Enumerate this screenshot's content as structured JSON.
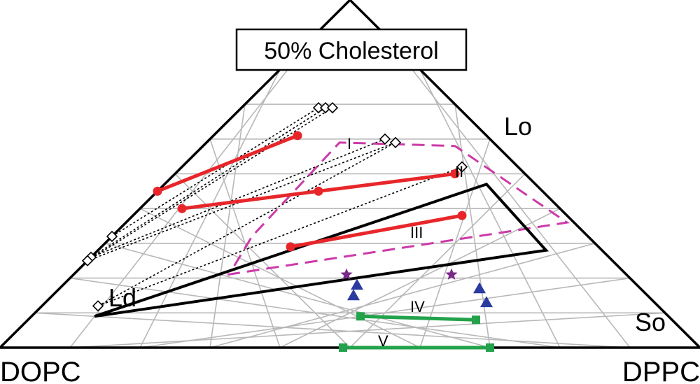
{
  "chart_data": {
    "type": "ternary",
    "title": "50% Cholesterol",
    "vertices": {
      "left": "DOPC",
      "right": "DPPC",
      "top": "Cholesterol"
    },
    "phase_labels": [
      "Ld",
      "Lo",
      "So"
    ],
    "grid_step_fraction": 0.1,
    "colors": {
      "tie_lines": "#e8262a",
      "triangle": "#000000",
      "dashed_boundary": "#cc3aa8",
      "markers_triangle": "#2a3aa0",
      "markers_star": "#7a2a88",
      "green_lines": "#22a24a",
      "grid": "#b8b8b8"
    },
    "three_phase_triangle": [
      {
        "dopc": 0.82,
        "dppc": 0.09,
        "chol": 0.09
      },
      {
        "dopc": 0.07,
        "dppc": 0.46,
        "chol": 0.47
      },
      {
        "dopc": 0.08,
        "dppc": 0.64,
        "chol": 0.28
      }
    ],
    "dashed_boundary": [
      {
        "dopc": 0.57,
        "dppc": 0.22,
        "chol": 0.21
      },
      {
        "dopc": 0.01,
        "dppc": 0.63,
        "chol": 0.36
      },
      {
        "dopc": 0.06,
        "dppc": 0.36,
        "chol": 0.58
      },
      {
        "dopc": 0.22,
        "dppc": 0.19,
        "chol": 0.59
      },
      {
        "dopc": 0.48,
        "dppc": 0.2,
        "chol": 0.32
      },
      {
        "dopc": 0.56,
        "dppc": 0.22,
        "chol": 0.22
      }
    ],
    "tie_lines": [
      {
        "label": "I",
        "p1": {
          "dopc": 0.55,
          "dppc": 0.0,
          "chol": 0.45
        },
        "p2": {
          "dopc": 0.27,
          "dppc": 0.12,
          "chol": 0.61
        }
      },
      {
        "label": "II",
        "p1": {
          "dopc": 0.54,
          "dppc": 0.06,
          "chol": 0.4
        },
        "p2": {
          "dopc": 0.1,
          "dppc": 0.4,
          "chol": 0.5
        }
      },
      {
        "label": "III",
        "p1": {
          "dopc": 0.44,
          "dppc": 0.27,
          "chol": 0.29
        },
        "p2": {
          "dopc": 0.15,
          "dppc": 0.47,
          "chol": 0.38
        }
      }
    ],
    "tie_line_midpoints": [
      {
        "dopc": 0.32,
        "dppc": 0.23,
        "chol": 0.45
      }
    ],
    "open_diamonds": [
      {
        "dopc": 0.68,
        "dppc": 0.0,
        "chol": 0.32
      },
      {
        "dopc": 0.74,
        "dppc": 0.0,
        "chol": 0.26
      },
      {
        "dopc": 0.75,
        "dppc": 0.0,
        "chol": 0.25
      },
      {
        "dopc": 0.8,
        "dppc": 0.08,
        "chol": 0.12
      },
      {
        "dopc": 0.2,
        "dppc": 0.11,
        "chol": 0.69
      },
      {
        "dopc": 0.19,
        "dppc": 0.12,
        "chol": 0.69
      },
      {
        "dopc": 0.18,
        "dppc": 0.13,
        "chol": 0.69
      },
      {
        "dopc": 0.15,
        "dppc": 0.25,
        "chol": 0.6
      },
      {
        "dopc": 0.14,
        "dppc": 0.27,
        "chol": 0.59
      },
      {
        "dopc": 0.08,
        "dppc": 0.4,
        "chol": 0.52
      }
    ],
    "dotted_tie_lines": [
      [
        {
          "dopc": 0.68,
          "dppc": 0.0,
          "chol": 0.32
        },
        {
          "dopc": 0.2,
          "dppc": 0.11,
          "chol": 0.69
        }
      ],
      [
        {
          "dopc": 0.74,
          "dppc": 0.0,
          "chol": 0.26
        },
        {
          "dopc": 0.19,
          "dppc": 0.12,
          "chol": 0.69
        }
      ],
      [
        {
          "dopc": 0.74,
          "dppc": 0.0,
          "chol": 0.26
        },
        {
          "dopc": 0.15,
          "dppc": 0.25,
          "chol": 0.6
        }
      ],
      [
        {
          "dopc": 0.75,
          "dppc": 0.0,
          "chol": 0.25
        },
        {
          "dopc": 0.18,
          "dppc": 0.13,
          "chol": 0.69
        }
      ],
      [
        {
          "dopc": 0.75,
          "dppc": 0.0,
          "chol": 0.25
        },
        {
          "dopc": 0.14,
          "dppc": 0.27,
          "chol": 0.59
        }
      ],
      [
        {
          "dopc": 0.8,
          "dppc": 0.08,
          "chol": 0.12
        },
        {
          "dopc": 0.08,
          "dppc": 0.4,
          "chol": 0.52
        }
      ],
      [
        {
          "dopc": 0.8,
          "dppc": 0.08,
          "chol": 0.12
        },
        {
          "dopc": 0.14,
          "dppc": 0.27,
          "chol": 0.59
        }
      ]
    ],
    "blue_triangles": [
      {
        "dopc": 0.4,
        "dppc": 0.42,
        "chol": 0.18
      },
      {
        "dopc": 0.42,
        "dppc": 0.43,
        "chol": 0.15
      },
      {
        "dopc": 0.23,
        "dppc": 0.6,
        "chol": 0.17
      },
      {
        "dopc": 0.24,
        "dppc": 0.63,
        "chol": 0.13
      }
    ],
    "stars": [
      {
        "dopc": 0.4,
        "dppc": 0.39,
        "chol": 0.21
      },
      {
        "dopc": 0.25,
        "dppc": 0.54,
        "chol": 0.21
      }
    ],
    "green_lines": [
      {
        "label": "IV",
        "p1": {
          "dopc": 0.44,
          "dppc": 0.47,
          "chol": 0.09
        },
        "p2": {
          "dopc": 0.28,
          "dppc": 0.64,
          "chol": 0.08
        }
      },
      {
        "label": "V",
        "p1": {
          "dopc": 0.51,
          "dppc": 0.49,
          "chol": 0.0
        },
        "p2": {
          "dopc": 0.3,
          "dppc": 0.7,
          "chol": 0.0
        }
      }
    ]
  }
}
